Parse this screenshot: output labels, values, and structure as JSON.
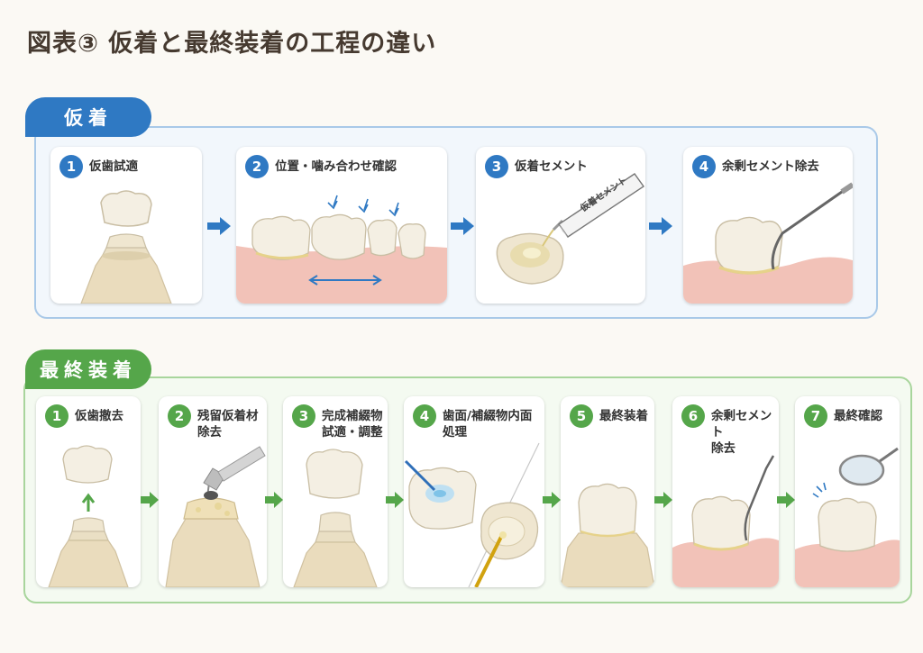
{
  "title": "図表③ 仮着と最終装着の工程の違い",
  "colors": {
    "blue": "#2f79c3",
    "green": "#55a64a",
    "tooth": "#f3ecdc",
    "gum": "#f1b8b0"
  },
  "provisional": {
    "label": "仮着",
    "steps": [
      {
        "num": "1",
        "text": "仮歯試適"
      },
      {
        "num": "2",
        "text": "位置・噛み合わせ確認"
      },
      {
        "num": "3",
        "text": "仮着セメント",
        "tube_label": "仮着セメント"
      },
      {
        "num": "4",
        "text": "余剰セメント除去"
      }
    ]
  },
  "final": {
    "label": "最終装着",
    "steps": [
      {
        "num": "1",
        "text": "仮歯撤去"
      },
      {
        "num": "2",
        "text": "残留仮着材\n除去"
      },
      {
        "num": "3",
        "text": "完成補綴物\n試適・調整"
      },
      {
        "num": "4",
        "text": "歯面/補綴物内面\n処理"
      },
      {
        "num": "5",
        "text": "最終装着"
      },
      {
        "num": "6",
        "text": "余剰セメント\n除去"
      },
      {
        "num": "7",
        "text": "最終確認"
      }
    ]
  }
}
